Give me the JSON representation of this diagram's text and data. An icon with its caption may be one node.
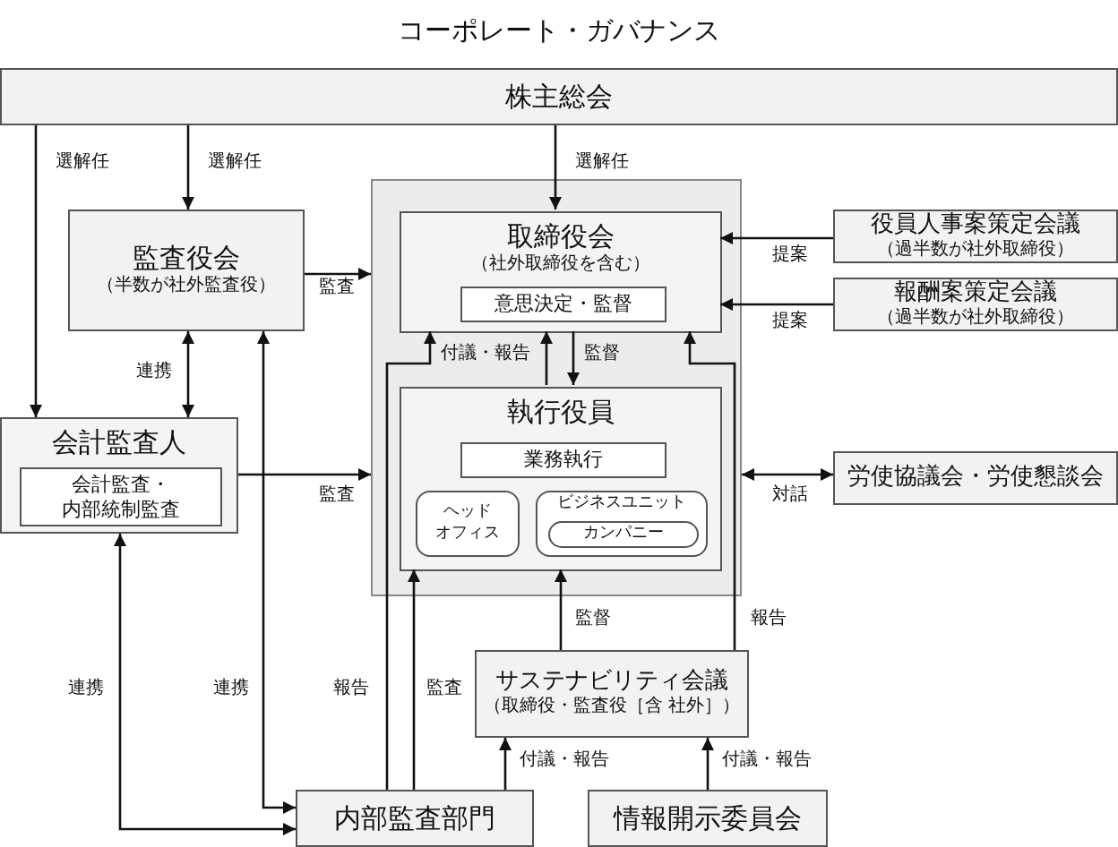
{
  "diagram": {
    "title": "コーポレート・ガバナンス",
    "nodes": [
      {
        "text": [
          "株主総会"
        ]
      },
      {
        "text": [],
        "shape": "box"
      },
      {
        "text": [
          "取締役会",
          "（社外取締役を含む）"
        ],
        "in": 1
      },
      {
        "text": [
          "意思決定・監督"
        ],
        "in": 2
      },
      {
        "text": [
          "執行役員"
        ],
        "in": 1
      },
      {
        "text": [
          "業務執行"
        ],
        "in": 4
      },
      {
        "text": [
          "ヘッド",
          "オフィス"
        ],
        "in": 4
      },
      {
        "text": [
          "ビジネスユニット"
        ],
        "in": 4
      },
      {
        "text": [
          "カンパニー"
        ],
        "in": 7
      },
      {
        "text": [
          "監査役会",
          "（半数が社外監査役）"
        ]
      },
      {
        "text": [
          "会計監査人"
        ]
      },
      {
        "text": [
          "会計監査・",
          "内部統制監査"
        ],
        "in": 10
      },
      {
        "text": [
          "役員人事案策定会議",
          "（過半数が社外取締役）"
        ]
      },
      {
        "text": [
          "報酬案策定会議",
          "（過半数が社外取締役）"
        ]
      },
      {
        "text": [
          "労使協議会・労使懇談会"
        ]
      },
      {
        "text": [
          "サステナビリティ会議",
          "（取締役・監査役［含 社外］）"
        ]
      },
      {
        "text": [
          "内部監査部門"
        ]
      },
      {
        "text": [
          "情報開示委員会"
        ]
      }
    ],
    "edges": [
      {
        "from": 0,
        "to": 9,
        "arrow": "to",
        "label": "選解任"
      },
      {
        "from": 0,
        "to": 10,
        "arrow": "to",
        "label": "選解任"
      },
      {
        "from": 0,
        "to": 2,
        "arrow": "to",
        "label": "選解任"
      },
      {
        "from": 9,
        "to": 1,
        "arrow": "to",
        "label": "監査"
      },
      {
        "from": 9,
        "to": 10,
        "arrow": "both",
        "label": "連携"
      },
      {
        "from": 10,
        "to": 1,
        "arrow": "to",
        "label": "監査"
      },
      {
        "from": 12,
        "to": 2,
        "arrow": "to",
        "label": "提案"
      },
      {
        "from": 13,
        "to": 2,
        "arrow": "to",
        "label": "提案"
      },
      {
        "from": 1,
        "to": 14,
        "arrow": "both",
        "label": "対話"
      },
      {
        "from": 4,
        "to": 2,
        "arrow": "to",
        "label": "付議・報告"
      },
      {
        "from": 2,
        "to": 4,
        "arrow": "to",
        "label": "監督"
      },
      {
        "from": 16,
        "to": 2,
        "arrow": "to",
        "label": "報告"
      },
      {
        "from": 16,
        "to": 4,
        "arrow": "to",
        "label": "監査"
      },
      {
        "from": 15,
        "to": 4,
        "arrow": "to",
        "label": "監督"
      },
      {
        "from": 15,
        "to": 2,
        "arrow": "to",
        "label": "報告"
      },
      {
        "from": 16,
        "to": 15,
        "arrow": "to",
        "label": "付議・報告"
      },
      {
        "from": 17,
        "to": 15,
        "arrow": "to",
        "label": "付議・報告"
      },
      {
        "from": 9,
        "to": 16,
        "arrow": "both",
        "label": "連携"
      },
      {
        "from": 10,
        "to": 16,
        "arrow": "both",
        "label": "連携"
      }
    ]
  }
}
